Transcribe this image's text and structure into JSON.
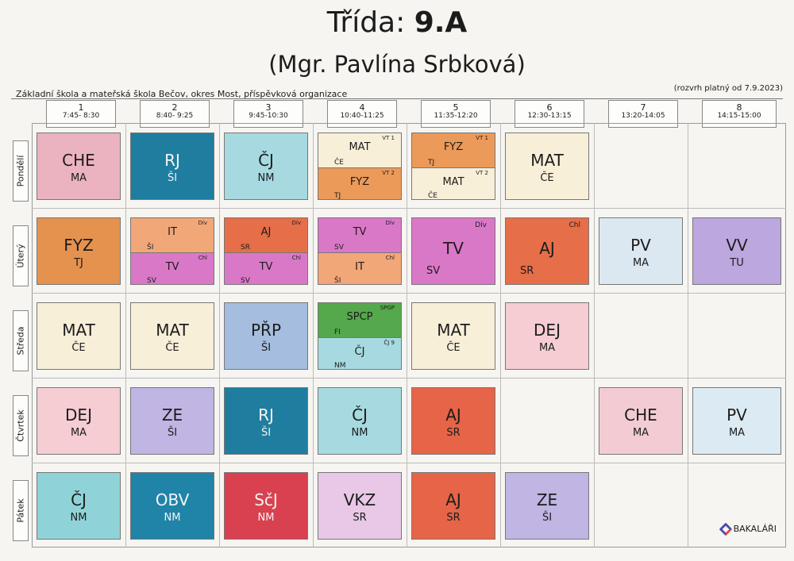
{
  "header": {
    "title_prefix": "Třída: ",
    "title_class": "9.A",
    "teacher": "(Mgr. Pavlína Srbková)",
    "school": "Základní škola a mateřská škola Bečov, okres Most, příspěvková organizace",
    "valid_from": "(rozvrh platný od 7.9.2023)"
  },
  "periods": [
    {
      "n": "1",
      "time": "7:45- 8:30"
    },
    {
      "n": "2",
      "time": "8:40- 9:25"
    },
    {
      "n": "3",
      "time": "9:45-10:30"
    },
    {
      "n": "4",
      "time": "10:40-11:25"
    },
    {
      "n": "5",
      "time": "11:35-12:20"
    },
    {
      "n": "6",
      "time": "12:30-13:15"
    },
    {
      "n": "7",
      "time": "13:20-14:05"
    },
    {
      "n": "8",
      "time": "14:15-15:00"
    }
  ],
  "days": [
    "Pondělí",
    "Úterý",
    "Středa",
    "Čtvrtek",
    "Pátek"
  ],
  "lessons": {
    "mon": [
      {
        "subj": "CHE",
        "tch": "MA",
        "color": "#ebb3bf"
      },
      {
        "subj": "RJ",
        "tch": "ŠI",
        "color": "#1f7ea0"
      },
      {
        "subj": "ČJ",
        "tch": "NM",
        "color": "#a6dae0"
      },
      {
        "split": [
          {
            "subj": "MAT",
            "tch": "ČE",
            "grp": "VT 1",
            "color": "#f8efd9"
          },
          {
            "subj": "FYZ",
            "tch": "TJ",
            "grp": "VT 2",
            "color": "#ec9a59"
          }
        ]
      },
      {
        "split": [
          {
            "subj": "FYZ",
            "tch": "TJ",
            "grp": "VT 1",
            "color": "#ec9a59"
          },
          {
            "subj": "MAT",
            "tch": "ČE",
            "grp": "VT 2",
            "color": "#f8efd9"
          }
        ]
      },
      {
        "subj": "MAT",
        "tch": "ČE",
        "color": "#f8efd9"
      }
    ],
    "tue": [
      {
        "subj": "FYZ",
        "tch": "TJ",
        "color": "#e5924f"
      },
      {
        "split": [
          {
            "subj": "IT",
            "tch": "ŠI",
            "grp": "Dív",
            "color": "#f2a779"
          },
          {
            "subj": "TV",
            "tch": "SV",
            "grp": "Chl",
            "color": "#da78c8"
          }
        ]
      },
      {
        "split": [
          {
            "subj": "AJ",
            "tch": "SR",
            "grp": "Dív",
            "color": "#e66e48"
          },
          {
            "subj": "TV",
            "tch": "SV",
            "grp": "Chl",
            "color": "#da78c8"
          }
        ]
      },
      {
        "split": [
          {
            "subj": "TV",
            "tch": "SV",
            "grp": "Dív",
            "color": "#da78c8"
          },
          {
            "subj": "IT",
            "tch": "ŠI",
            "grp": "Chl",
            "color": "#f2a779"
          }
        ]
      },
      {
        "subj": "TV",
        "tch": "SV",
        "grp": "Dív",
        "color": "#da78c8"
      },
      {
        "subj": "AJ",
        "tch": "SR",
        "grp": "Chl",
        "color": "#e66e48"
      },
      {
        "subj": "PV",
        "tch": "MA",
        "color": "#dce8f1"
      },
      {
        "subj": "VV",
        "tch": "TU",
        "color": "#bca7df"
      }
    ],
    "wed": [
      {
        "subj": "MAT",
        "tch": "ČE",
        "color": "#f8efd9"
      },
      {
        "subj": "MAT",
        "tch": "ČE",
        "color": "#f8efd9"
      },
      {
        "subj": "PŘP",
        "tch": "ŠI",
        "color": "#a5bedf"
      },
      {
        "split": [
          {
            "subj": "SPCP",
            "tch": "FI",
            "grp": "SPGP",
            "color": "#55a84c"
          },
          {
            "subj": "ČJ",
            "tch": "NM",
            "grp": "ČJ 9",
            "color": "#a6dae0"
          }
        ]
      },
      {
        "subj": "MAT",
        "tch": "ČE",
        "color": "#f8efd9"
      },
      {
        "subj": "DEJ",
        "tch": "MA",
        "color": "#f5cdd3"
      }
    ],
    "thu": [
      {
        "subj": "DEJ",
        "tch": "MA",
        "color": "#f5cdd3"
      },
      {
        "subj": "ZE",
        "tch": "ŠI",
        "color": "#c0b5e3"
      },
      {
        "subj": "RJ",
        "tch": "ŠI",
        "color": "#1f7ea0"
      },
      {
        "subj": "ČJ",
        "tch": "NM",
        "color": "#a6dae0"
      },
      {
        "subj": "AJ",
        "tch": "SR",
        "color": "#e66448"
      },
      {
        "subj": "CHE",
        "tch": "MA",
        "color": "#f2ccd2"
      },
      {
        "subj": "PV",
        "tch": "MA",
        "color": "#dceaf3"
      }
    ],
    "fri": [
      {
        "subj": "ČJ",
        "tch": "NM",
        "color": "#8fd3d8"
      },
      {
        "subj": "OBV",
        "tch": "NM",
        "color": "#1f84a8"
      },
      {
        "subj": "SčJ",
        "tch": "NM",
        "color": "#d94150"
      },
      {
        "subj": "VKZ",
        "tch": "SR",
        "color": "#e8c8e6"
      },
      {
        "subj": "AJ",
        "tch": "SR",
        "color": "#e66448"
      },
      {
        "subj": "ZE",
        "tch": "ŠI",
        "color": "#c0b5e3"
      }
    ]
  },
  "logo": {
    "text": "BAKALÁŘI",
    "icon": "bakalari-logo-icon"
  }
}
